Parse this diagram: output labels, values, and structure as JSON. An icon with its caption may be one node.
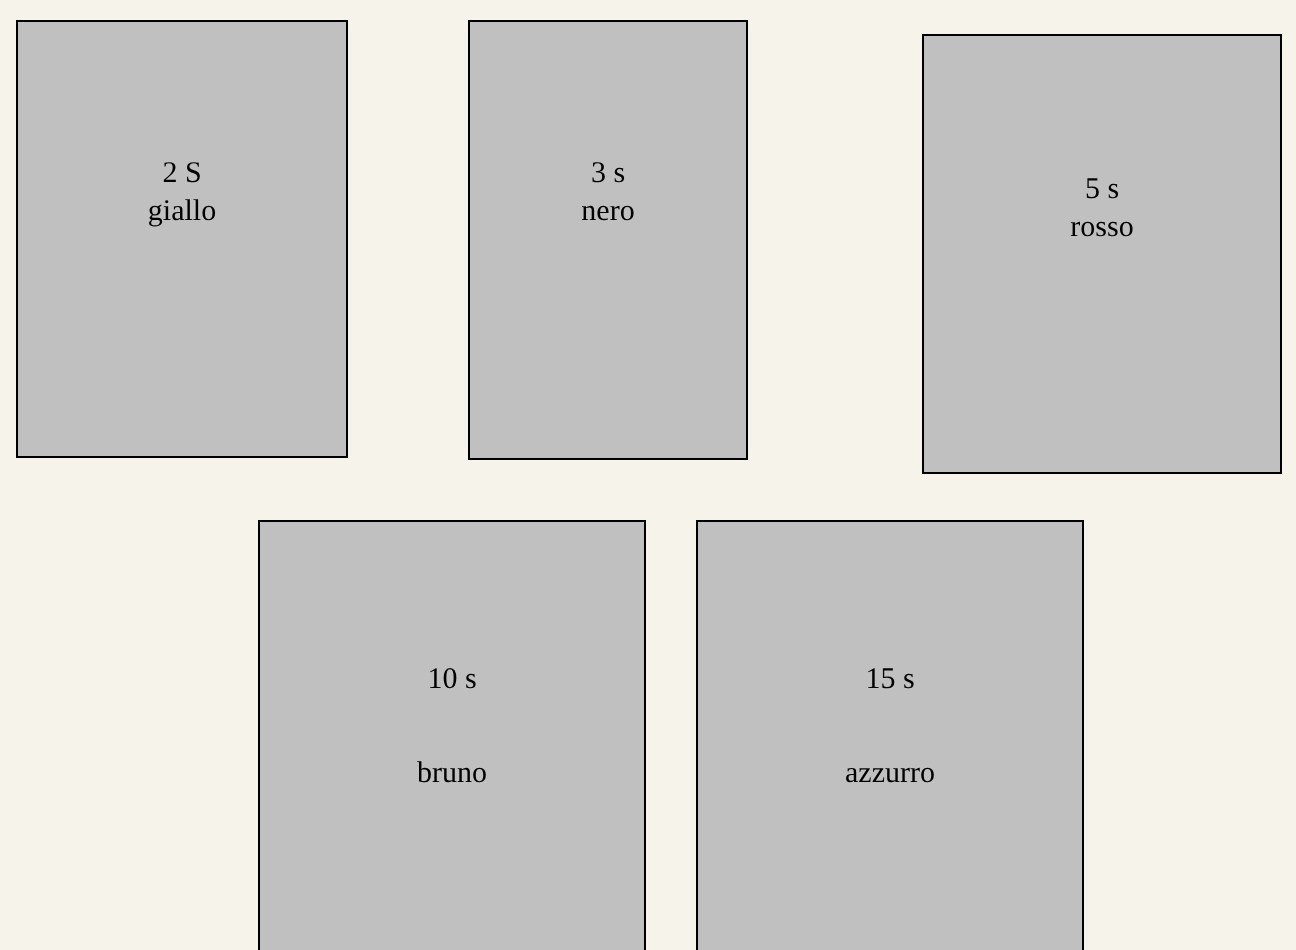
{
  "diagram": {
    "nodes": [
      {
        "text": [
          "2 S",
          "giallo"
        ]
      },
      {
        "text": [
          "3 s",
          "nero"
        ]
      },
      {
        "text": [
          "5 s",
          "rosso"
        ]
      },
      {
        "text": [
          "10 s",
          "bruno"
        ]
      },
      {
        "text": [
          "15 s",
          "azzurro"
        ]
      }
    ]
  }
}
